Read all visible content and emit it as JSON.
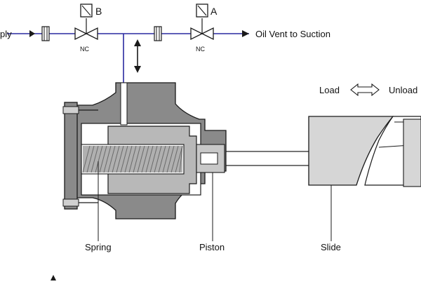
{
  "labels": {
    "supply_partial": "ply",
    "valve_b": "B",
    "valve_a": "A",
    "nc_b": "NC",
    "nc_a": "NC",
    "oil_vent": "Oil Vent to Suction",
    "load": "Load",
    "unload_partial": "Unload",
    "spring": "Spring",
    "piston": "Piston",
    "slide": "Slide"
  },
  "colors": {
    "line": "#1a1a1a",
    "pipe_blue": "#2a2aa0",
    "casting": "#8a8a8a",
    "light_grey": "#c8c8c8",
    "spring": "#b0b0b0",
    "slide_grey": "#d6d6d6",
    "white": "#ffffff"
  },
  "icons": {
    "double_arrow": "double-headed-arrow-icon",
    "vertical_arrow": "vertical-double-arrow-icon",
    "solenoid": "solenoid-icon",
    "valve": "gate-valve-icon"
  }
}
